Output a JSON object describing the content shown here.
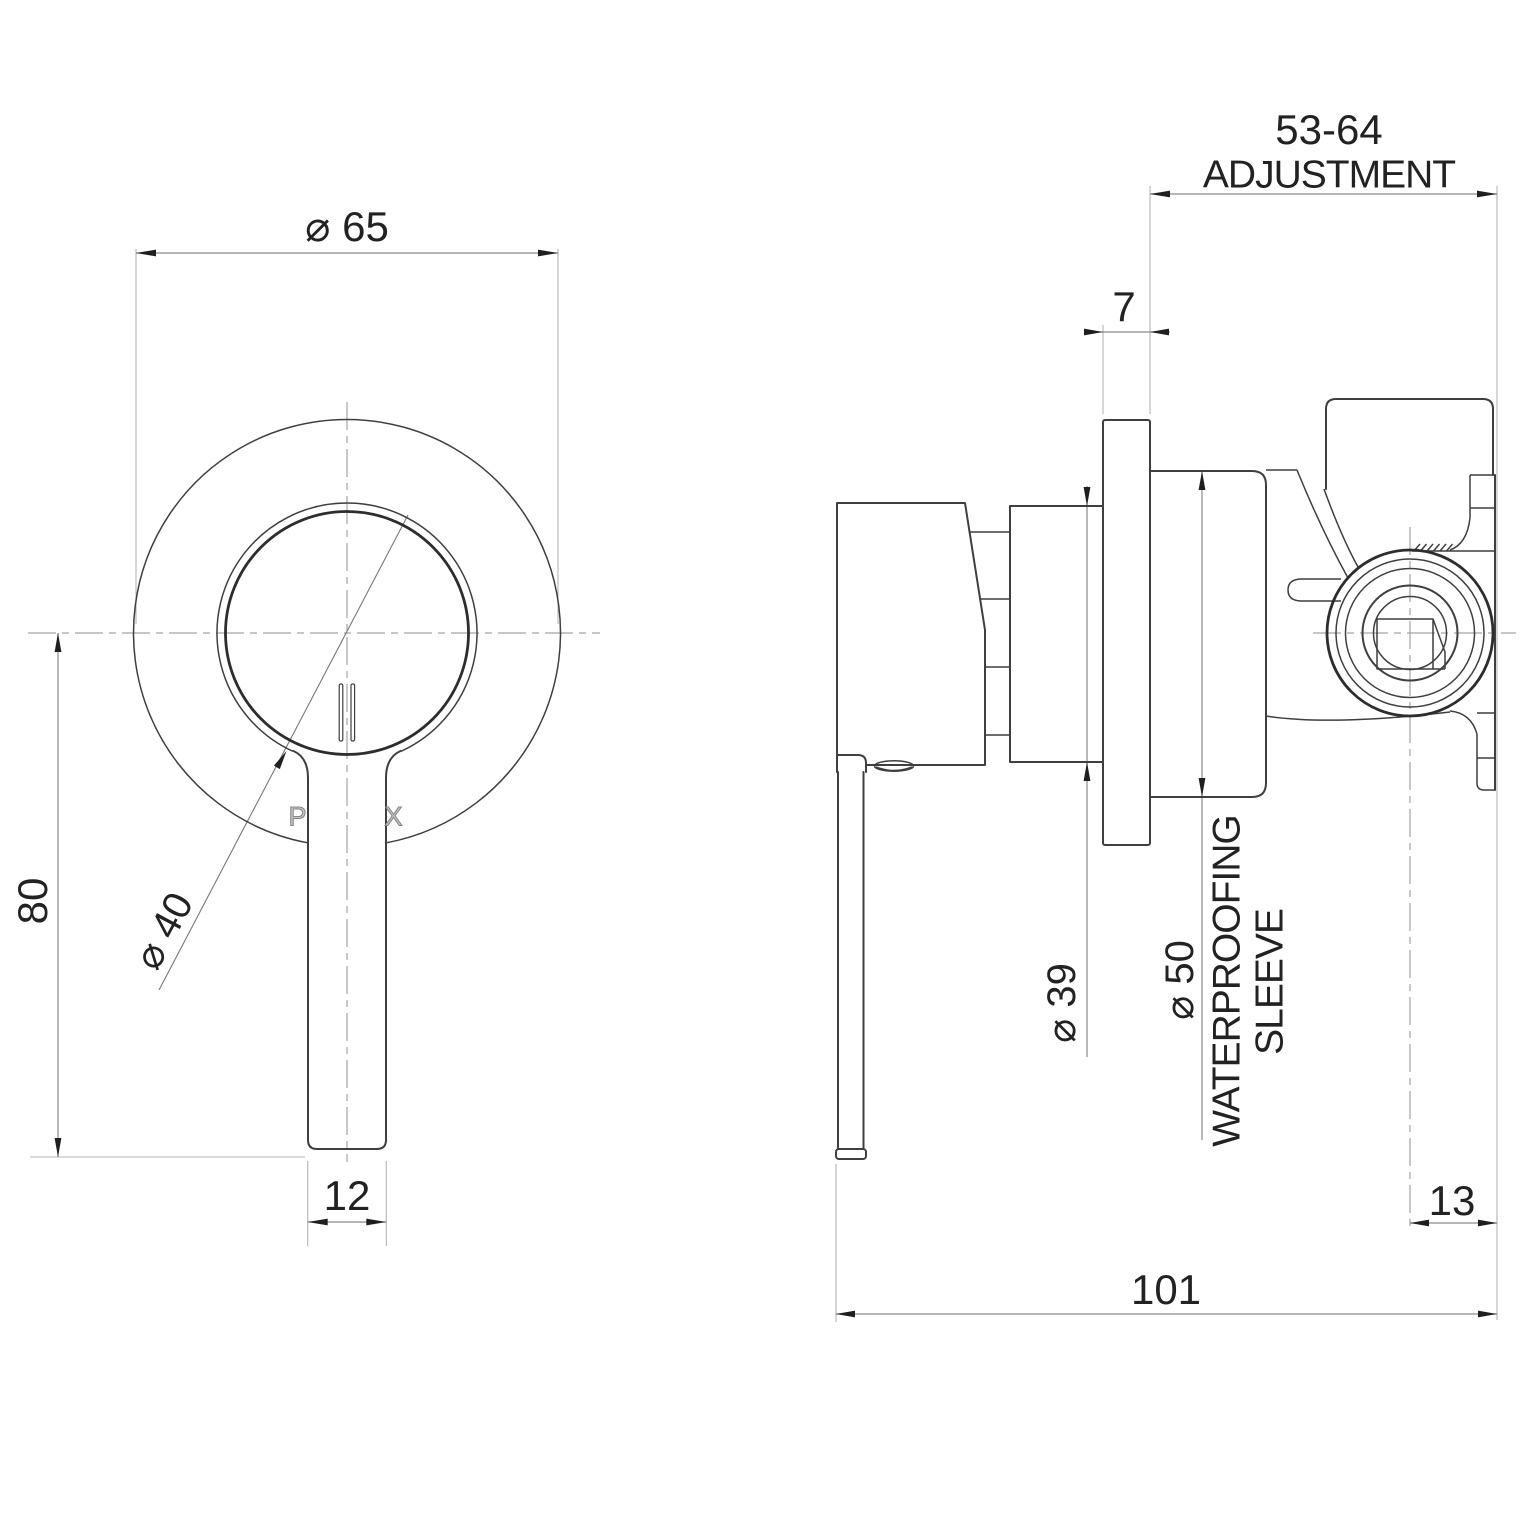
{
  "colors": {
    "background": "#ffffff",
    "part_line": "#3f3f3f",
    "thick_line": "#2d2d2d",
    "dim_line": "#8a8a8a",
    "leader_line": "#777777",
    "ext_line": "#b5b5b5",
    "centerline": "#a3a3a3",
    "arrow": "#1f1f1f",
    "text": "#222222"
  },
  "front_view": {
    "brand_letter_left": "P",
    "brand_letter_right": "X",
    "dims": {
      "faceplate_diameter": "⌀ 65",
      "handle_length": "80",
      "knob_diameter": "⌀ 40",
      "handle_width": "12"
    }
  },
  "side_view": {
    "dims": {
      "adjustment_range": "53-64",
      "adjustment_caption": "ADJUSTMENT",
      "flange_thickness": "7",
      "body_diameter": "⌀ 39",
      "sleeve_diameter": "⌀ 50",
      "sleeve_caption_line1": "WATERPROOFING",
      "sleeve_caption_line2": "SLEEVE",
      "centre_to_face": "13",
      "overall_depth": "101"
    }
  }
}
